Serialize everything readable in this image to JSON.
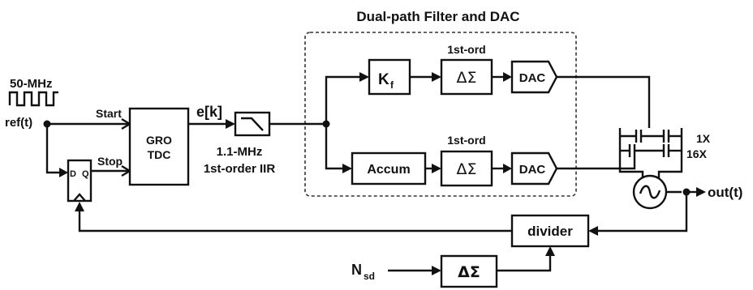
{
  "diagram": {
    "title": "Dual-path Filter and DAC",
    "input_freq": "50-MHz",
    "ref_label": "ref(t)",
    "start_label": "Start",
    "stop_label": "Stop",
    "dff": {
      "d": "D",
      "q": "Q"
    },
    "tdc": {
      "line1": "GRO",
      "line2": "TDC"
    },
    "error_label": "e[k]",
    "filter": {
      "line1": "1.1-MHz",
      "line2": "1st-order IIR"
    },
    "kf": {
      "main": "K",
      "sub": "f"
    },
    "accum": "Accum",
    "dsm_symbol": "ΔΣ",
    "dsm_order_top": "1st-ord",
    "dsm_order_bottom": "1st-ord",
    "dac_top": "DAC",
    "dac_bottom": "DAC",
    "cap_1x": "1X",
    "cap_16x": "16X",
    "output_label": "out(t)",
    "divider": "divider",
    "nsd": {
      "main": "N",
      "sub": "sd"
    },
    "dsm_bottom_symbol": "ΔΣ"
  }
}
